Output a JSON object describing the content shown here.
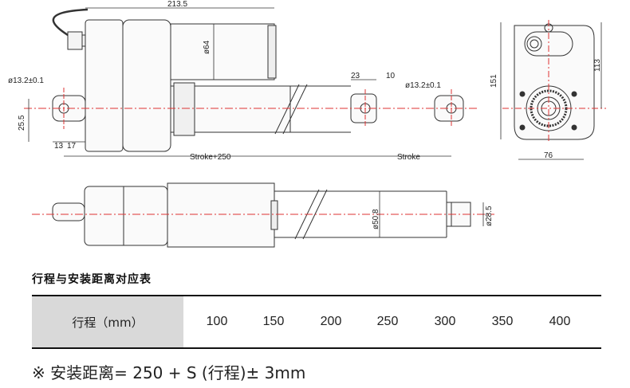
{
  "drawing": {
    "dims": {
      "overall_length": "213.5",
      "body_dia": "ø64",
      "hole_left": "ø13.2±0.1",
      "hole_right": "ø13.2±0.1",
      "rod_end_a": "23",
      "rod_end_b": "10",
      "height_left": "25.5",
      "offset_a": "13",
      "offset_b": "17",
      "stroke_plus": "Stroke+250",
      "stroke": "Stroke",
      "side_total": "151",
      "side_upper": "113",
      "side_width": "76",
      "tube_dia": "ø50.8",
      "rod_dia": "ø28.5"
    }
  },
  "section_title": "行程与安装距离对应表",
  "table": {
    "header": "行程（mm）",
    "values": [
      "100",
      "150",
      "200",
      "250",
      "300",
      "350",
      "400"
    ]
  },
  "note": "※ 安装距离= 250 + S (行程)± 3mm"
}
